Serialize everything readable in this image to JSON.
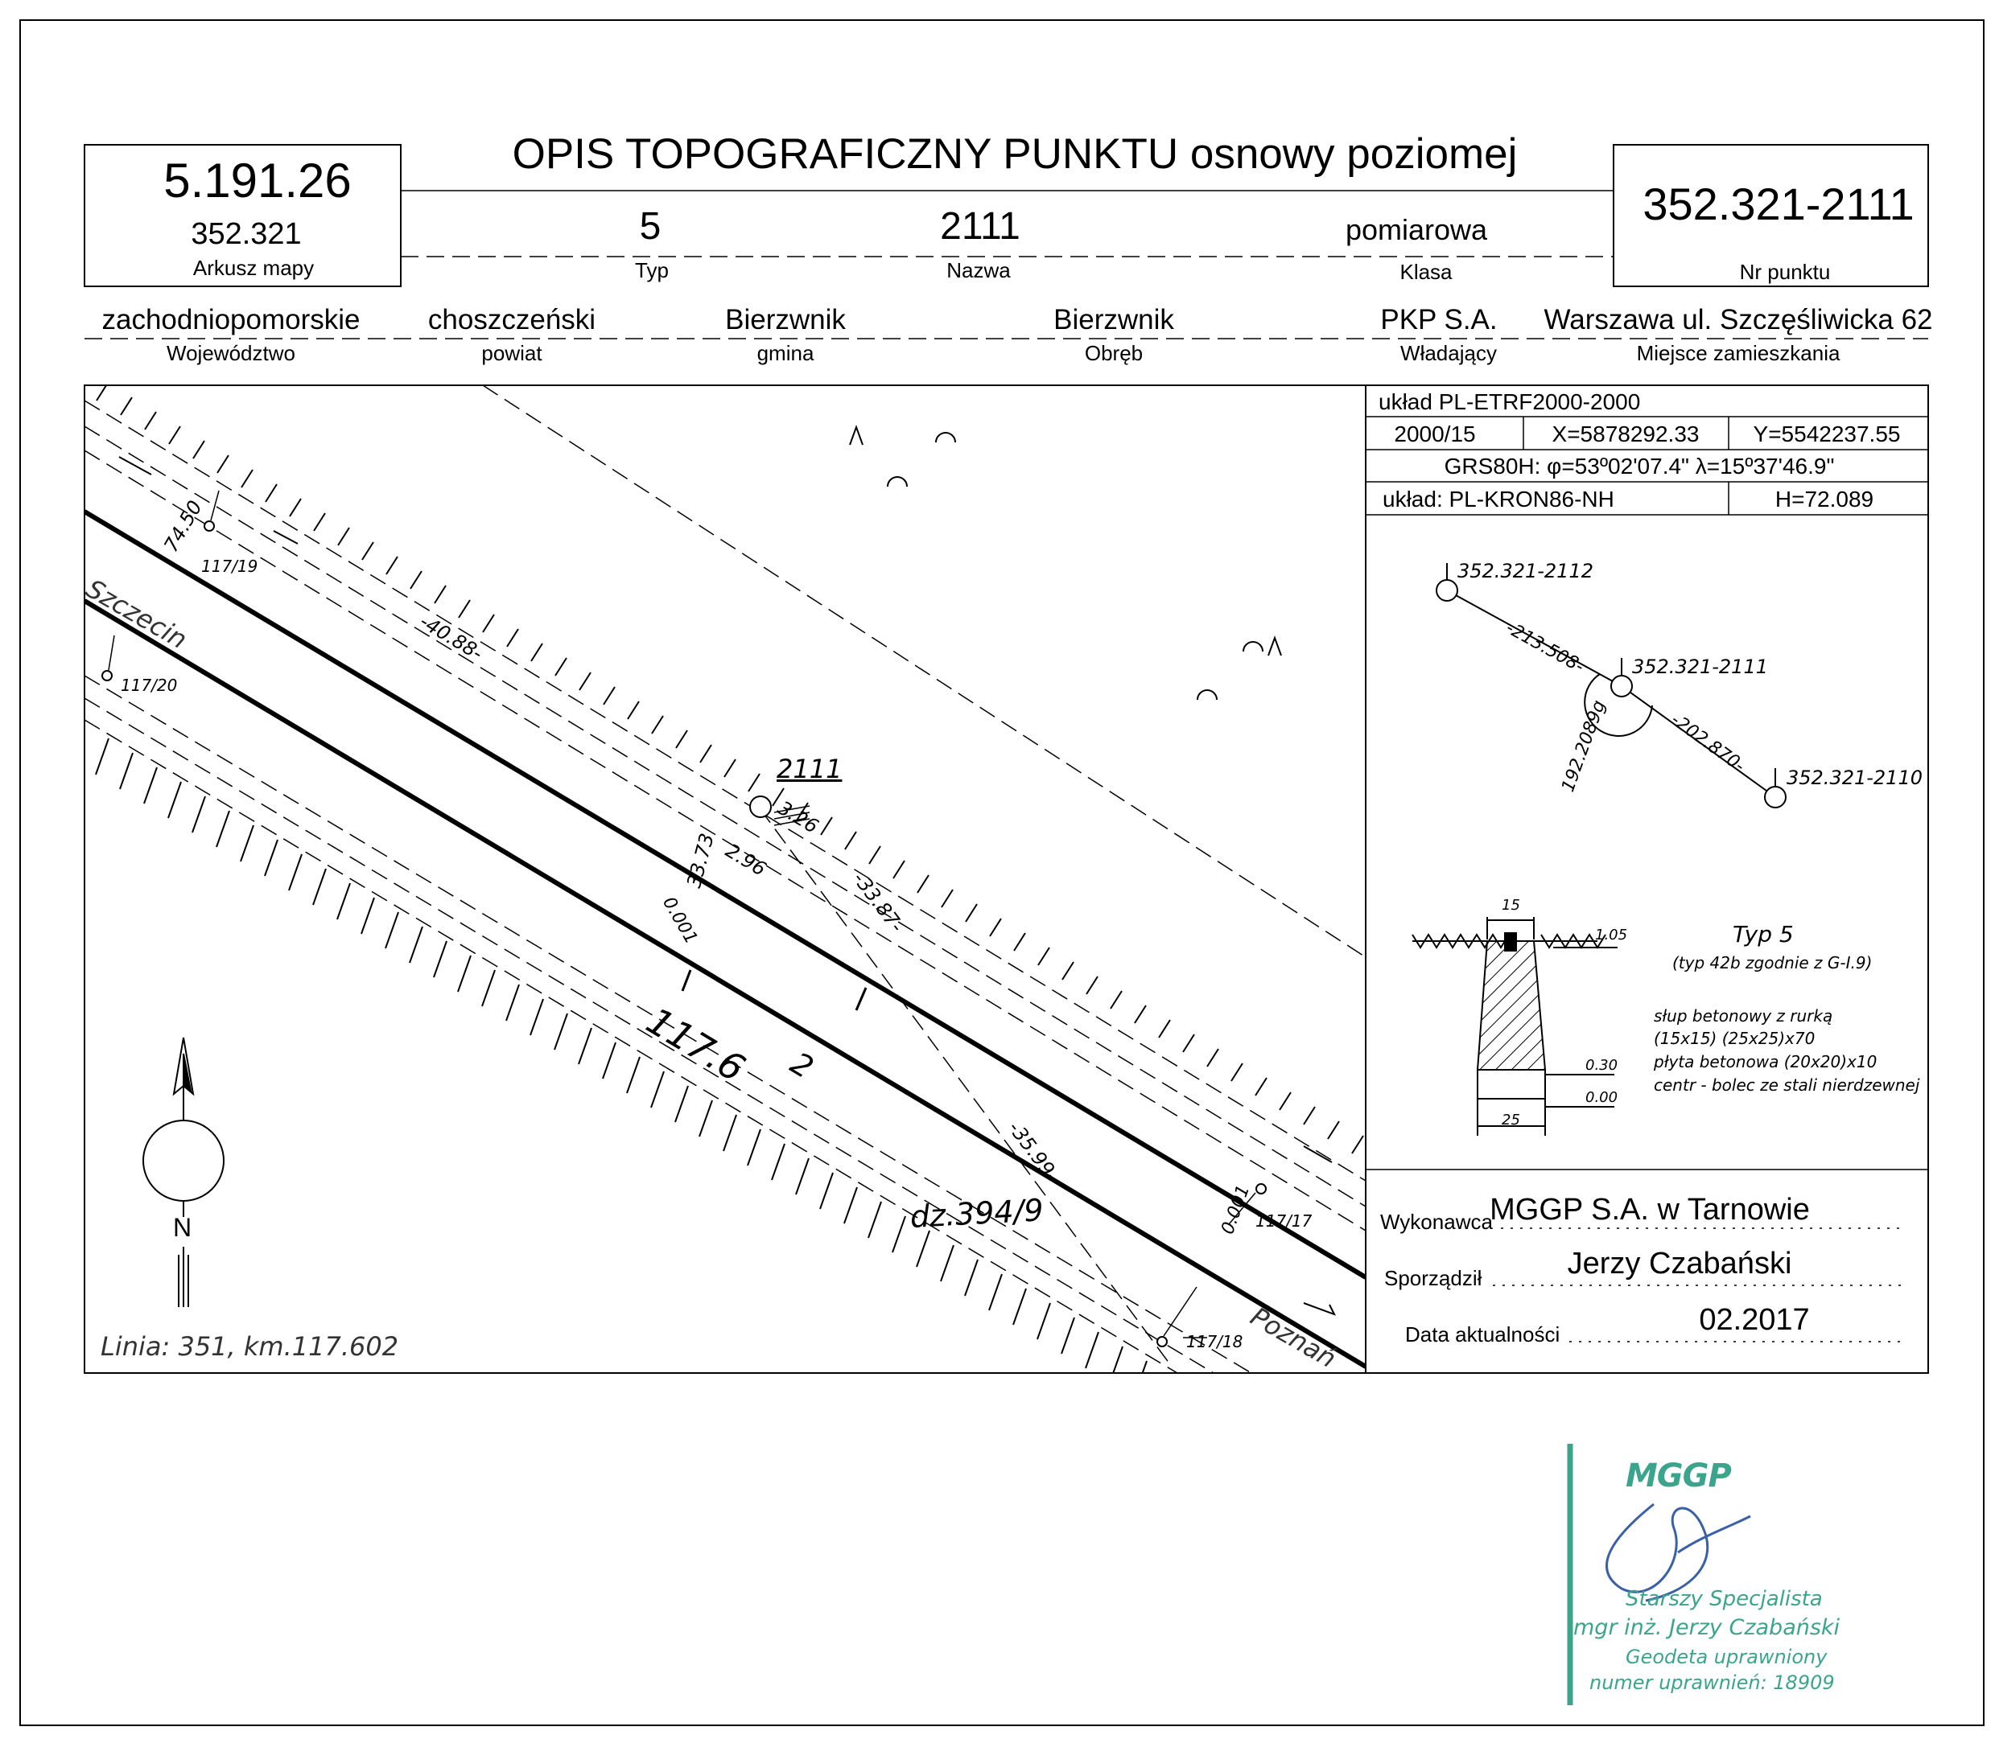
{
  "header": {
    "title": "OPIS TOPOGRAFICZNY PUNKTU osnowy poziomej",
    "sheet_code": "5.191.26",
    "sheet_number": "352.321",
    "sheet_label": "Arkusz mapy",
    "typ_value": "5",
    "typ_label": "Typ",
    "name_value": "2111",
    "name_label": "Nazwa",
    "class_value": "pomiarowa",
    "class_label": "Klasa",
    "point_number": "352.321-2111",
    "point_number_label": "Nr punktu"
  },
  "admin": {
    "voivodeship_value": "zachodniopomorskie",
    "voivodeship_label": "Województwo",
    "county_value": "choszczeński",
    "county_label": "powiat",
    "commune_value": "Bierzwnik",
    "commune_label": "gmina",
    "precinct_value": "Bierzwnik",
    "precinct_label": "Obręb",
    "owner_value": "PKP S.A.",
    "owner_label": "Władający",
    "residence_value": "Warszawa ul. Szczęśliwicka 62",
    "residence_label": "Miejsce zamieszkania"
  },
  "coordinates": {
    "system": "układ PL-ETRF2000-2000",
    "zone": "2000/15",
    "x": "X=5878292.33",
    "y": "Y=5542237.55",
    "grs80": "GRS80H: φ=53º02'07.4\" λ=15º37'46.9\"",
    "height_system": "układ: PL-KRON86-NH",
    "height": "H=72.089"
  },
  "reference_diagram": {
    "point_a": "352.321-2112",
    "point_center": "352.321-2111",
    "point_b": "352.321-2110",
    "dist_a": "-213.508-",
    "dist_b": "-202.870-",
    "angle": "192.2089g"
  },
  "marker": {
    "type_title": "Typ 5",
    "type_note": "(typ 42b zgodnie z G-I.9)",
    "desc_1": "słup betonowy z rurką",
    "desc_2": "(15x15) (25x25)x70",
    "desc_3": "płyta betonowa (20x20)x10",
    "desc_4": "centr - bolec ze stali nierdzewnej",
    "dim_top": "15",
    "dim_bottom": "25",
    "level_1": "1.05",
    "level_2": "0.30",
    "level_3": "0.00"
  },
  "signoff": {
    "contractor_label": "Wykonawca",
    "contractor_value": "MGGP S.A.  w Tarnowie",
    "prepared_label": "Sporządził",
    "prepared_value": "Jerzy Czabański",
    "date_label": "Data aktualności",
    "date_value": "02.2017"
  },
  "sketch": {
    "point_name": "2111",
    "line_info": "Linia: 351, km.117.602",
    "city_left": "Szczecin",
    "city_right": "Poznań",
    "parcel": "dz.394/9",
    "km_mark": "117.6",
    "track_number": "2",
    "north": "N",
    "m_117_19": "117/19",
    "m_117_20": "117/20",
    "m_117_17": "117/17",
    "m_117_18": "117/18",
    "d_7450": "74.50",
    "d_4088": "-40.88-",
    "d_326": "3.26",
    "d_3373": "33.73",
    "d_296": "2.96",
    "d_3387": "-33.87-",
    "d_001a": "0.001",
    "d_3599": "-35.99-",
    "d_001b": "0.001"
  },
  "stamp": {
    "logo": "MGGP",
    "line_1": "Starszy Specjalista",
    "line_2": "mgr inż. Jerzy Czabański",
    "line_3": "Geodeta uprawniony",
    "line_4": "numer uprawnień: 18909"
  }
}
